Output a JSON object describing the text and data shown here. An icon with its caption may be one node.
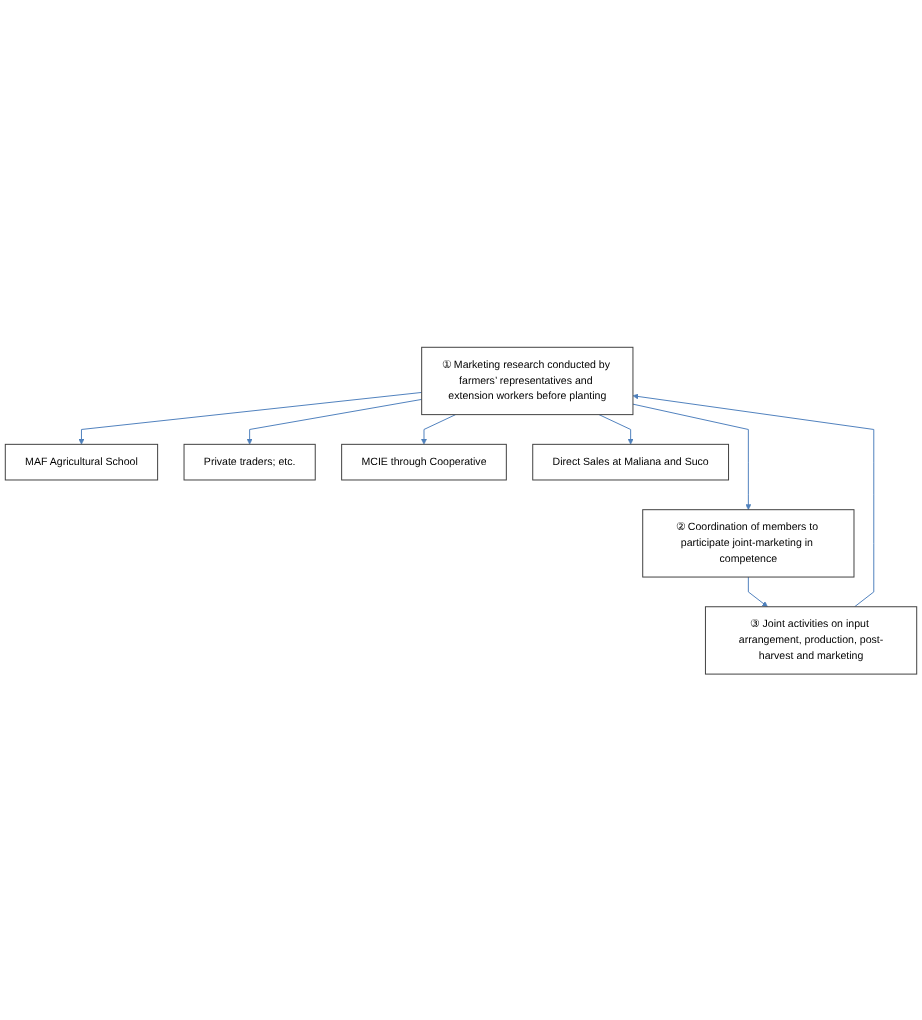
{
  "diagram": {
    "nodes": [
      {
        "text": [
          "① Marketing research conducted by farmers’ representatives and extension workers before planting"
        ]
      },
      {
        "text": [
          "MAF Agricultural School"
        ]
      },
      {
        "text": [
          "Private traders; etc."
        ]
      },
      {
        "text": [
          "MCIE through Cooperative"
        ]
      },
      {
        "text": [
          "Direct Sales at Maliana and Suco"
        ]
      },
      {
        "text": [
          "② Coordination of members to participate joint-marketing in competence"
        ]
      },
      {
        "text": [
          "③ Joint activities on input arrangement, production, post-harvest and marketing"
        ]
      }
    ],
    "edges": [
      {
        "from": 0,
        "to": 1,
        "arrow": "to"
      },
      {
        "from": 0,
        "to": 2,
        "arrow": "to"
      },
      {
        "from": 0,
        "to": 3,
        "arrow": "to"
      },
      {
        "from": 0,
        "to": 4,
        "arrow": "to"
      },
      {
        "from": 0,
        "to": 5,
        "arrow": "to"
      },
      {
        "from": 5,
        "to": 6,
        "arrow": "to"
      },
      {
        "from": 6,
        "to": 0,
        "arrow": "to"
      }
    ]
  }
}
